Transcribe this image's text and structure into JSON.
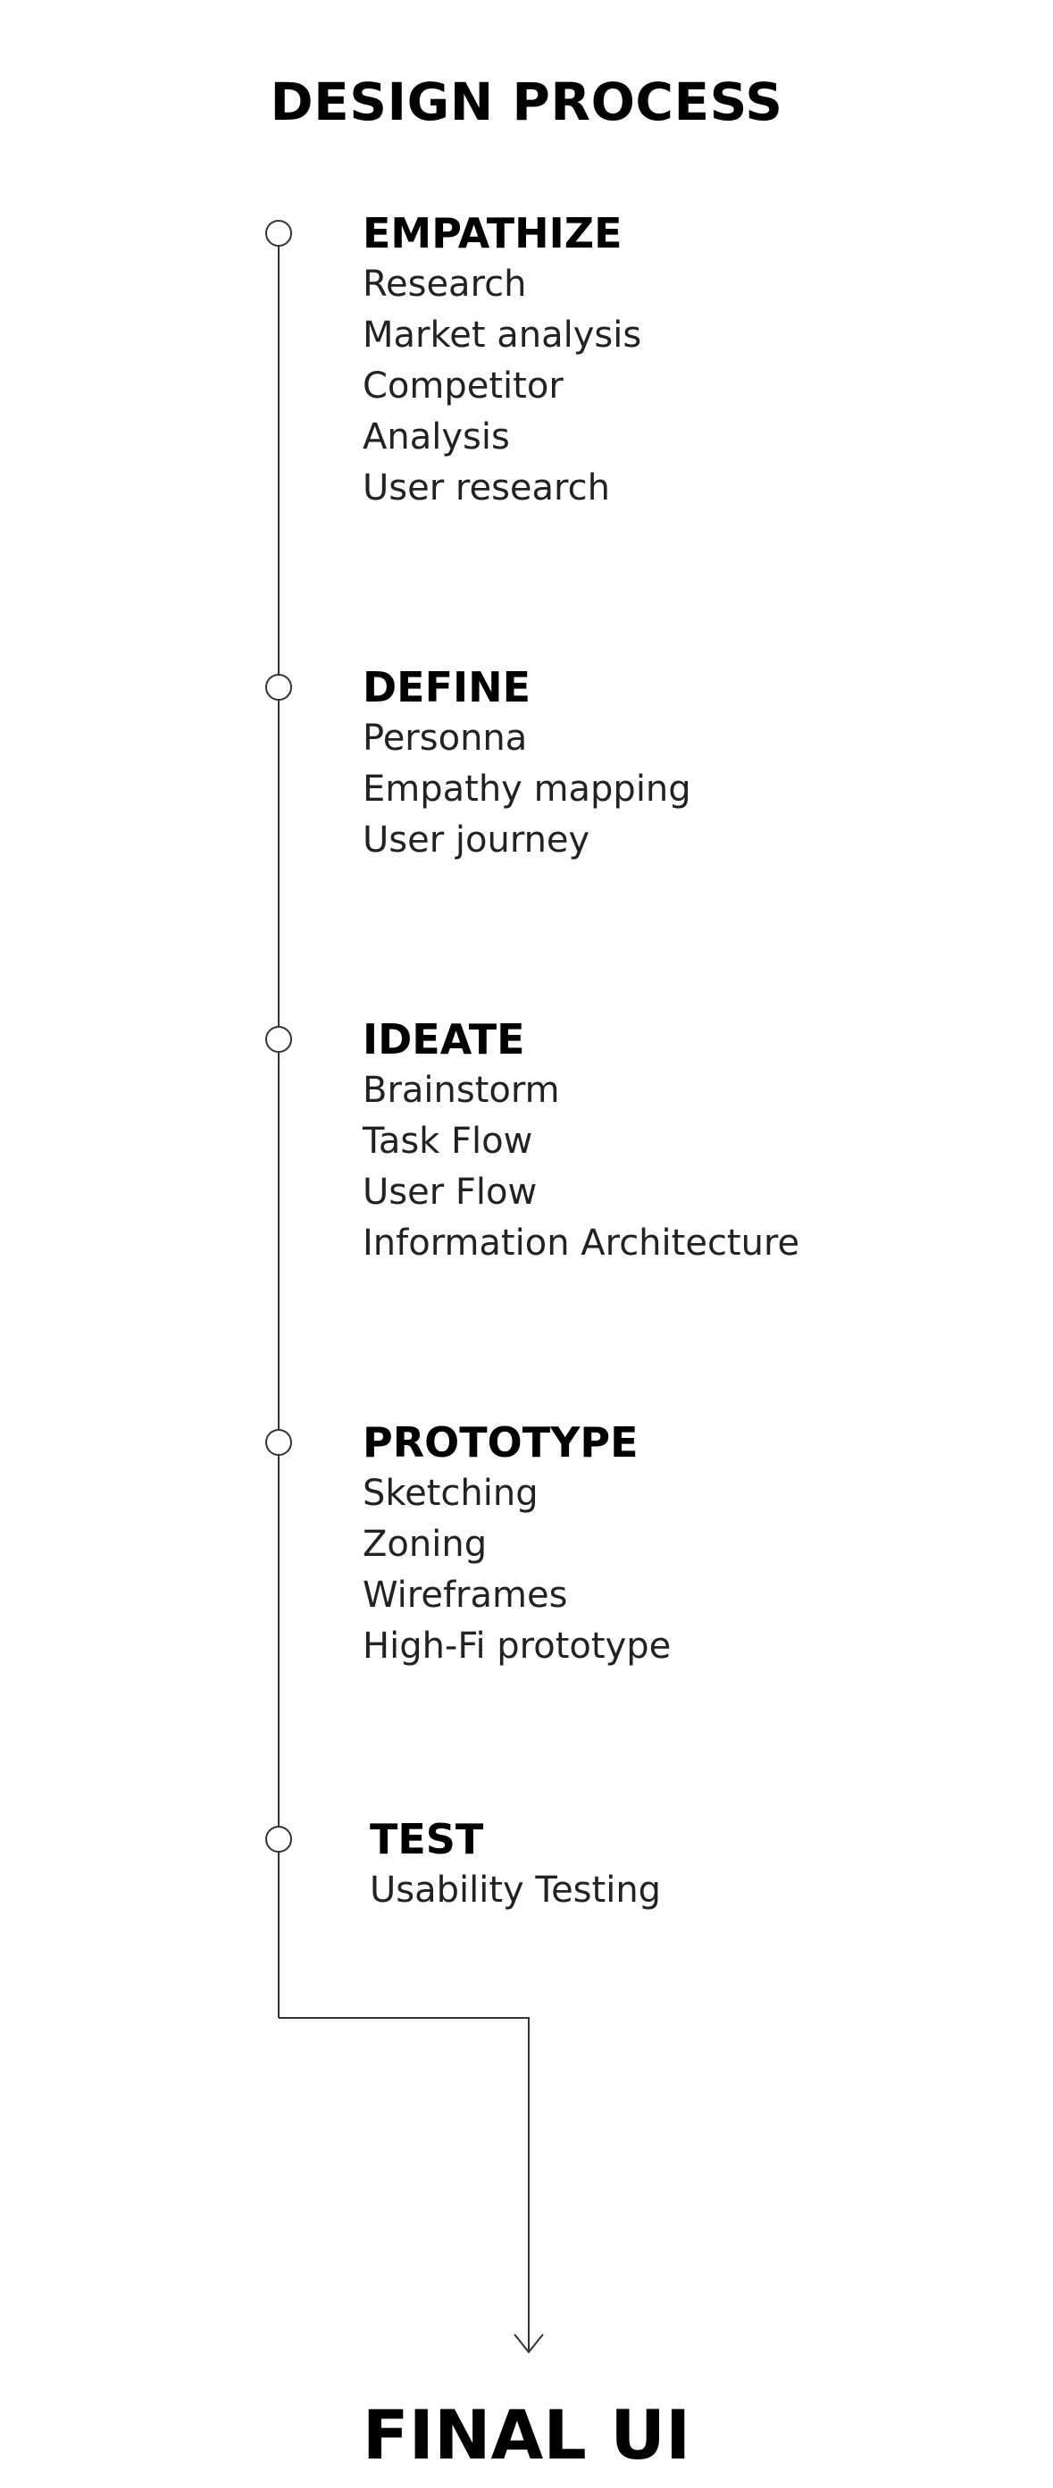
{
  "title": "DESIGN PROCESS",
  "stages": [
    {
      "heading": "EMPATHIZE",
      "items": [
        "Research",
        "Market analysis",
        "Competitor",
        "Analysis",
        "User research"
      ]
    },
    {
      "heading": "DEFINE",
      "items": [
        "Personna",
        "Empathy mapping",
        "User journey"
      ]
    },
    {
      "heading": "IDEATE",
      "items": [
        "Brainstorm",
        "Task Flow",
        "User Flow",
        "Information Architecture"
      ]
    },
    {
      "heading": "PROTOTYPE",
      "items": [
        "Sketching",
        "Zoning",
        "Wireframes",
        "High-Fi prototype"
      ]
    },
    {
      "heading": "TEST",
      "items": [
        "Usability Testing"
      ]
    }
  ],
  "final_label": "FINAL UI",
  "colors": {
    "line": "#333333",
    "text": "#111111"
  }
}
